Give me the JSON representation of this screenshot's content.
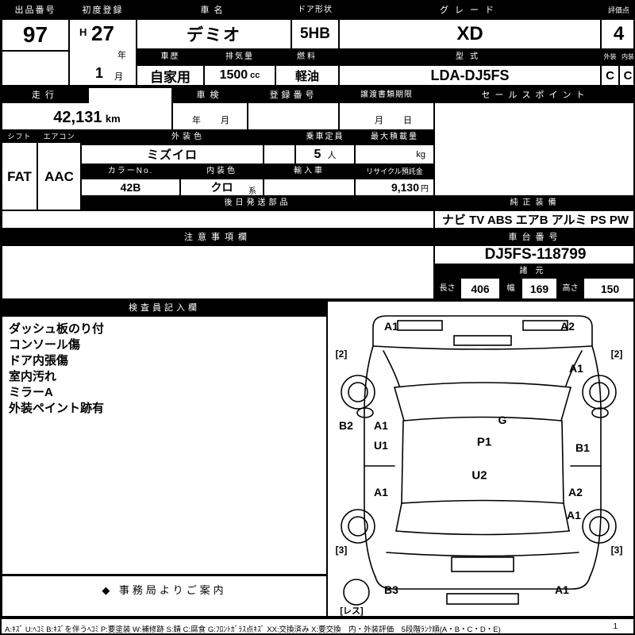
{
  "header": {
    "lot": {
      "label": "出品番号",
      "value": "97"
    },
    "first_reg": {
      "label": "初度登録",
      "era": "H",
      "year": "27",
      "year_unit": "年",
      "month": "1",
      "month_unit": "月"
    },
    "car_name": {
      "label": "車名",
      "value": "デミオ"
    },
    "door": {
      "label": "ドア形状",
      "value": "5HB"
    },
    "grade": {
      "label": "グレード",
      "value": "XD"
    },
    "score": {
      "label": "評価点",
      "value": "4"
    },
    "history": {
      "label": "車歴",
      "value": "自家用"
    },
    "displacement": {
      "label": "排気量",
      "value": "1500",
      "unit": "cc"
    },
    "fuel": {
      "label": "燃料",
      "value": "軽油"
    },
    "model": {
      "label": "型式",
      "value": "LDA-DJ5FS"
    },
    "exterior": {
      "label": "外装",
      "value": "C"
    },
    "interior": {
      "label": "内装",
      "value": "C"
    }
  },
  "row2": {
    "mileage": {
      "label": "走行",
      "value": "42,131",
      "unit": "km"
    },
    "inspection": {
      "label": "車検",
      "year_unit": "年",
      "month_unit": "月"
    },
    "registration": {
      "label": "登録番号"
    },
    "transfer": {
      "label": "譲渡書類期限",
      "month_unit": "月",
      "day_unit": "日"
    },
    "sales_point": {
      "label": "セールスポイント"
    }
  },
  "row3": {
    "shift": {
      "label": "シフト",
      "value": "FAT"
    },
    "aircon": {
      "label": "エアコン",
      "value": "AAC"
    },
    "exterior_color": {
      "label": "外装色",
      "value": "ミズイロ"
    },
    "capacity": {
      "label": "乗車定員",
      "value": "5",
      "unit": "人"
    },
    "max_load": {
      "label": "最大積載量",
      "unit": "kg"
    },
    "color_no": {
      "label": "カラーNo.",
      "value": "42B"
    },
    "interior_color": {
      "label": "内装色",
      "value": "クロ",
      "unit": "系"
    },
    "import_car": {
      "label": "輸入車"
    },
    "recycle_deposit": {
      "label": "リサイクル預託金",
      "value": "9,130",
      "unit": "円"
    },
    "later_parts": {
      "label": "後日発送部品"
    },
    "equipment": {
      "label": "純正装備",
      "value": "ナビ TV ABS エアB アルミ PS PW"
    }
  },
  "row4": {
    "notes": {
      "label": "注意事項欄"
    },
    "chassis": {
      "label": "車台番号",
      "value": "DJ5FS-118799"
    },
    "dimensions": {
      "label": "諸元",
      "length_label": "長さ",
      "length": "406",
      "width_label": "幅",
      "width": "169",
      "height_label": "高さ",
      "height": "150"
    }
  },
  "inspector": {
    "label": "検査員記入欄",
    "notes": [
      "ダッシュ板のり付",
      "コンソール傷",
      "ドア内張傷",
      "室内汚れ",
      "ミラーA",
      "外装ペイント跡有"
    ]
  },
  "office_notice": {
    "label": "◆ 事務局よりご案内"
  },
  "diagram": {
    "labels": [
      {
        "text": "A1"
      },
      {
        "text": "A2"
      },
      {
        "text": "[2]"
      },
      {
        "text": "[2]"
      },
      {
        "text": "A1"
      },
      {
        "text": "B2"
      },
      {
        "text": "A1"
      },
      {
        "text": "U1"
      },
      {
        "text": "G"
      },
      {
        "text": "P1"
      },
      {
        "text": "B1"
      },
      {
        "text": "U2"
      },
      {
        "text": "A1"
      },
      {
        "text": "A2"
      },
      {
        "text": "A1"
      },
      {
        "text": "[3]"
      },
      {
        "text": "[3]"
      },
      {
        "text": "B3"
      },
      {
        "text": "A1"
      },
      {
        "text": "[レス]"
      }
    ]
  },
  "footer": {
    "legend": "A:ｷｽﾞ U:ﾍｺﾐ B:ｷｽﾞを伴うﾍｺﾐ P:要塗装 W:補修跡 S:錆 C:腐食 G:ﾌﾛﾝﾄｶﾞﾗｽ点ｷｽﾞ XX:交換済み X:要交換　内・外装評価　5段階ﾗﾝｸ順(A・B・C・D・E)",
    "page": "1"
  }
}
